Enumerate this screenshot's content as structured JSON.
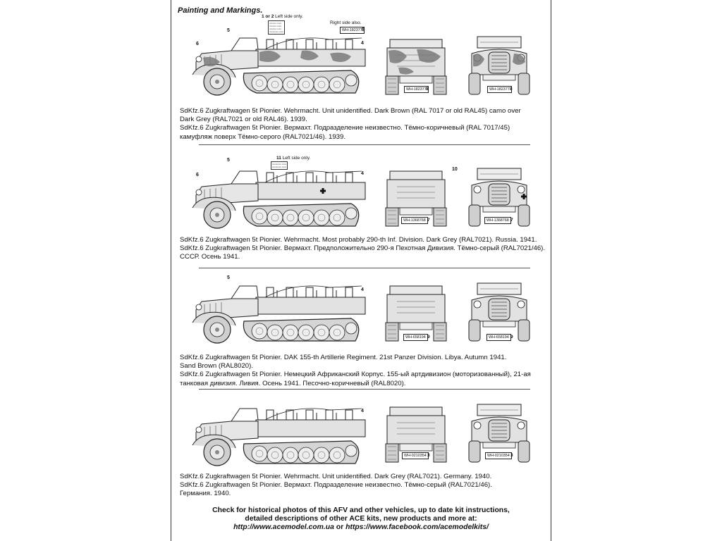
{
  "page": {
    "title": "Painting and Markings."
  },
  "svg_defs_note": "",
  "profiles": [
    {
      "caption_en_1": "SdKfz.6 Zugkraftwagen 5t Pionier. Wehrmacht. Unit unidentified. Dark Brown (RAL 7017 or old RAL45) camo over",
      "caption_en_2": "Dark Grey (RAL7021 or old RAL46). 1939.",
      "caption_ru_1": "SdKfz.6 Zugkraftwagen 5t Pionier. Вермахт. Подразделение неизвестно. Тёмно-коричневый (RAL 7017/45)",
      "caption_ru_2": "камуфляж поверх Тёмно-серого (RAL7021/46). 1939.",
      "callouts": {
        "c5": "5",
        "c6": "6",
        "c4": "4",
        "c8": "8"
      },
      "note_left": {
        "num": "1 or 2",
        "text": "Left side only."
      },
      "note_right": {
        "text": "Right side also."
      },
      "plate": "WH-182377",
      "plate_rear": "WH-182377",
      "plate_front": "WH-182377",
      "plate_num_rear": "8",
      "plate_num_front": "8"
    },
    {
      "caption_en_1": "SdKfz.6 Zugkraftwagen 5t Pionier. Wehrmacht. Most probably 290-th Inf. Division. Dark Grey (RAL7021). Russia. 1941.",
      "caption_ru_1": "SdKfz.6 Zugkraftwagen 5t Pionier. Вермахт. Предположительно 290-я Пехотная Дивизия. Тёмно-серый (RAL7021/46).",
      "caption_ru_2": "СССР. Осень 1941.",
      "callouts": {
        "c5": "5",
        "c6": "6",
        "c4": "4",
        "c10": "10"
      },
      "note_left": {
        "num": "11",
        "text": "Left side only."
      },
      "plate_rear": "WH-1368768",
      "plate_front": "WH-1368768",
      "plate_num_rear": "7",
      "plate_num_front": "7"
    },
    {
      "caption_en_1": "SdKfz.6 Zugkraftwagen 5t Pionier. DAK 155-th Artillerie Regiment. 21st Panzer Division. Libya. Autumn 1941.",
      "caption_en_2": "Sand Brown (RAL8020).",
      "caption_ru_1": "SdKfz.6 Zugkraftwagen 5t Pionier. Немецкий Африканский Корпус. 155-ый артдивизион (моторизованный), 21-ая",
      "caption_ru_2": "танковая дивизия. Ливия. Осень 1941. Песочно-коричневый (RAL8020).",
      "callouts": {
        "c5": "5",
        "c4": "4"
      },
      "plate_rear": "WH-658194",
      "plate_front": "WH-658194",
      "plate_num_rear": "9",
      "plate_num_front": "9"
    },
    {
      "caption_en_1": "SdKfz.6 Zugkraftwagen 5t Pionier. Wehrmacht. Unit unidentified. Dark Grey (RAL7021). Germany. 1940.",
      "caption_ru_1": "SdKfz.6 Zugkraftwagen 5t Pionier. Вермахт. Подразделение неизвестно. Тёмно-серый (RAL7021/46).",
      "caption_ru_2": "Германия. 1940.",
      "callouts": {
        "c4": "4"
      },
      "plate_rear": "WH-0210354",
      "plate_front": "WH-0210354",
      "plate_num_rear": "3",
      "plate_num_front": "3"
    }
  ],
  "footer": {
    "line1": "Check for historical photos of this AFV and  other vehicles, up to date kit instructions,",
    "line2": "detailed descriptions of other ACE kits, new products and more at:",
    "url1": "http://www.acemodel.com.ua",
    "or": "or",
    "url2": "https://www.facebook.com/acemodelkits/"
  },
  "colors": {
    "line": "#222222",
    "fill_grey": "#dcdcdc",
    "camo_dark": "#7a7a7a"
  }
}
